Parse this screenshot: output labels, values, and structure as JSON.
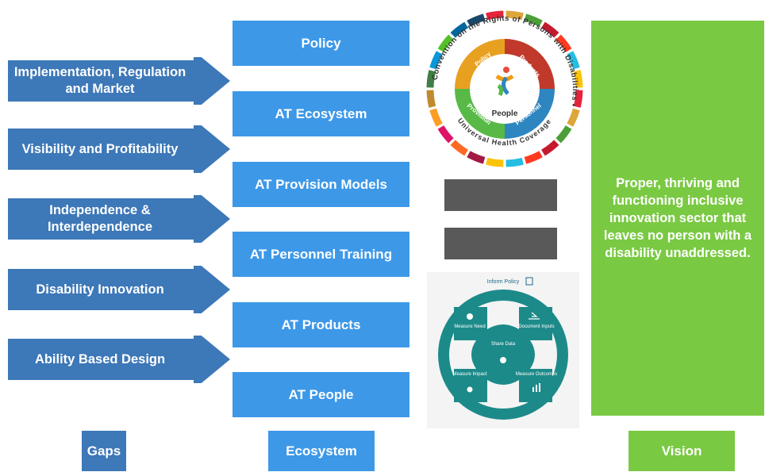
{
  "colors": {
    "gap_blue": "#3d78b8",
    "eco_blue": "#3d98e8",
    "vision_green": "#7ac943",
    "grey": "#595959",
    "teal": "#1d8a8a"
  },
  "gaps": [
    {
      "label": "Implementation, Regulation and Market"
    },
    {
      "label": "Visibility and Profitability"
    },
    {
      "label": "Independence & Interdependence"
    },
    {
      "label": "Disability Innovation"
    },
    {
      "label": "Ability Based Design"
    }
  ],
  "ecosystem": [
    {
      "label": "Policy"
    },
    {
      "label": "AT Ecosystem"
    },
    {
      "label": "AT Provision Models"
    },
    {
      "label": "AT Personnel Training"
    },
    {
      "label": "AT Products"
    },
    {
      "label": "AT People"
    }
  ],
  "wheel": {
    "ring_text": "Convention on the Rights of Persons with Disabilities •",
    "bottom_text": "Universal Health Coverage",
    "segments": [
      "Policy",
      "Products",
      "Personnel",
      "Provision"
    ],
    "center": "People"
  },
  "cycle": {
    "top": "Inform Policy",
    "center": "Share Data",
    "quadrants": [
      "Measure Need",
      "Document Inputs",
      "Measure Impact",
      "Measure Outcomes"
    ]
  },
  "vision": {
    "text": "Proper, thriving and functioning inclusive innovation sector that leaves no person with a disability unaddressed."
  },
  "footer": {
    "gaps": "Gaps",
    "ecosystem": "Ecosystem",
    "vision": "Vision"
  }
}
